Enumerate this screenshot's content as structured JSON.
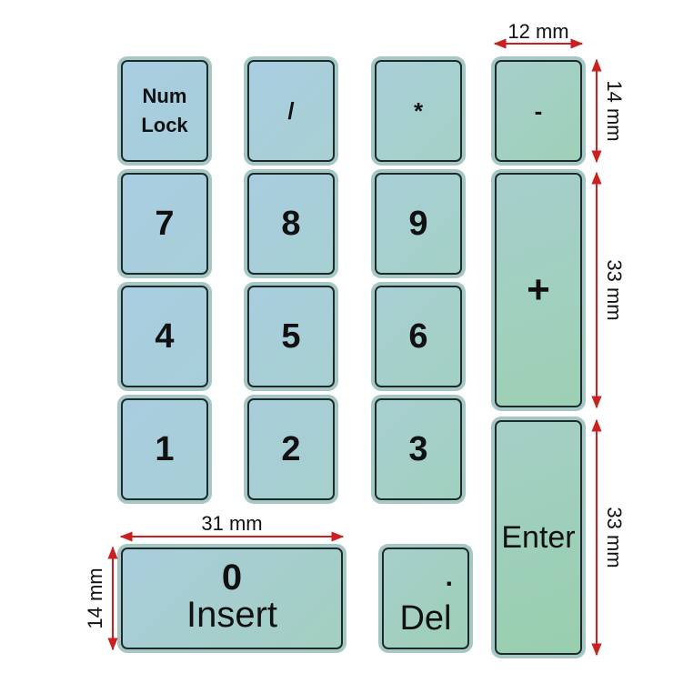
{
  "keys": {
    "numlock": {
      "line1": "Num",
      "line2": "Lock"
    },
    "slash": "/",
    "asterisk": "*",
    "minus": "-",
    "k7": "7",
    "k8": "8",
    "k9": "9",
    "plus": "+",
    "k4": "4",
    "k5": "5",
    "k6": "6",
    "k1": "1",
    "k2": "2",
    "k3": "3",
    "enter": "Enter",
    "insert": {
      "top": "0",
      "bottom": "Insert"
    },
    "del": {
      "top": ".",
      "bottom": "Del"
    }
  },
  "dimensions": {
    "key_width": "12 mm",
    "key_height": "14 mm",
    "plus_height": "33 mm",
    "enter_height": "33 mm",
    "insert_width": "31 mm",
    "insert_height": "14 mm"
  },
  "colors": {
    "key_blue": "#a9cfe0",
    "key_green": "#9fd0b4",
    "key_border": "#1e2a2a",
    "key_halo": "#a6c8c4",
    "dimension_line": "#cc2020"
  }
}
